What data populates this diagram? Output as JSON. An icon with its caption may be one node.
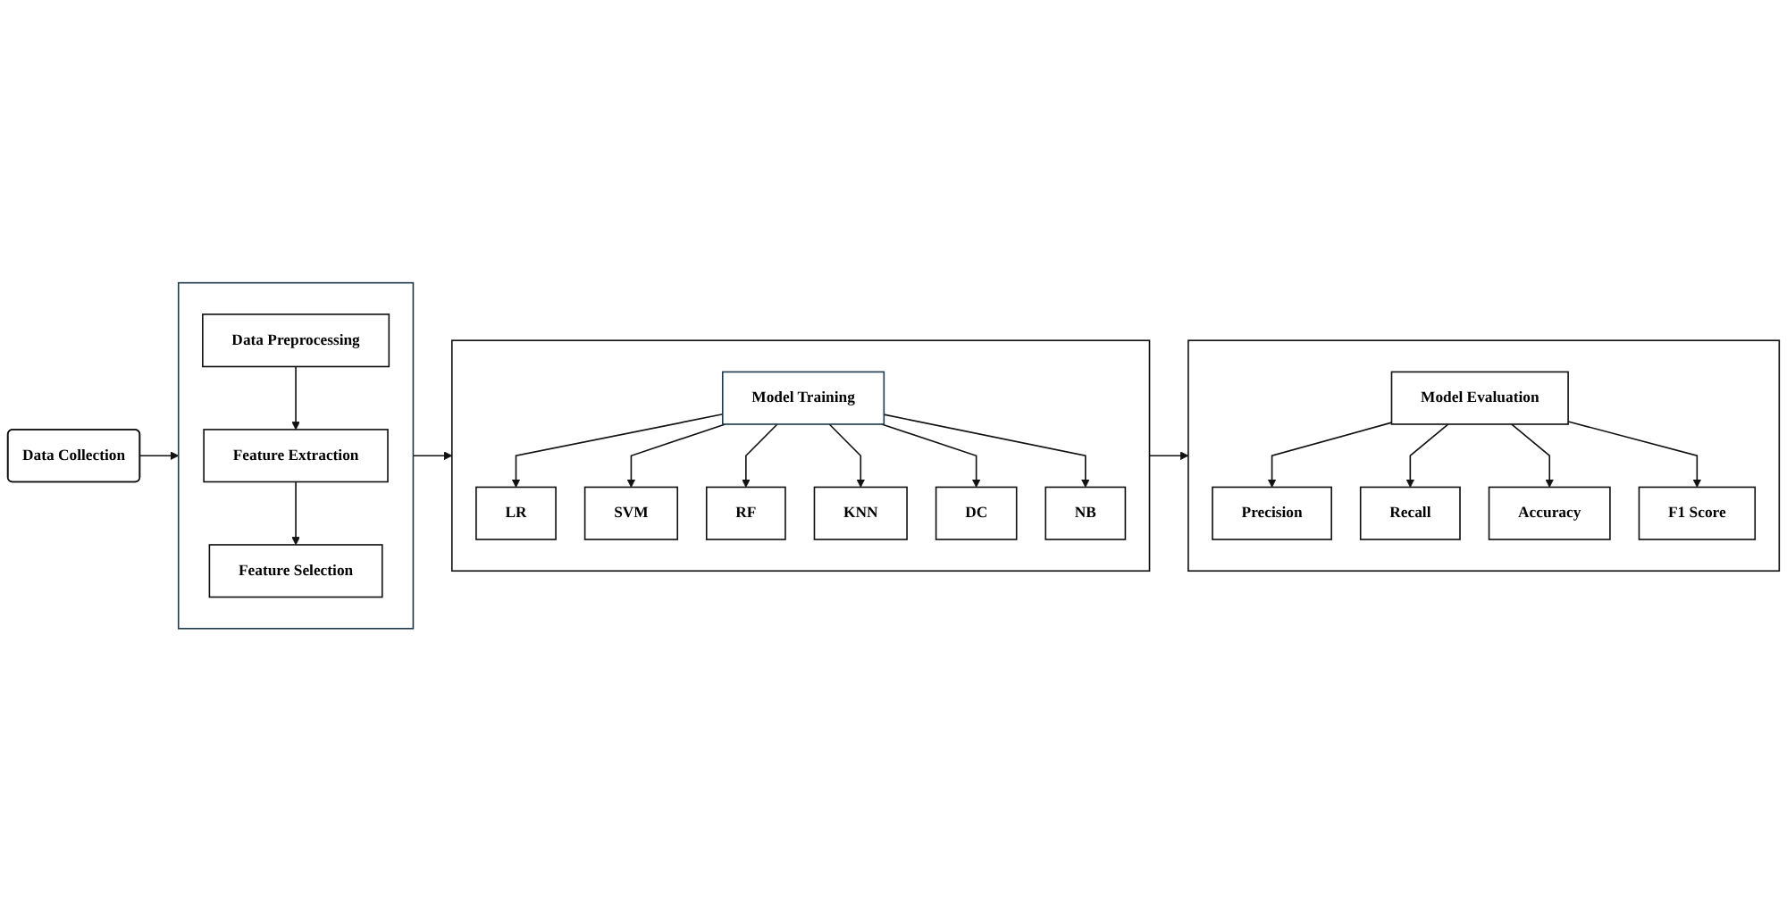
{
  "diagram": {
    "nodes": [
      {
        "text": [
          "Data Collection"
        ]
      },
      {
        "text": [],
        "shape": "box"
      },
      {
        "text": [
          "Data Preprocessing"
        ],
        "in": 1
      },
      {
        "text": [
          "Feature Extraction"
        ],
        "in": 1
      },
      {
        "text": [
          "Feature Selection"
        ],
        "in": 1
      },
      {
        "text": [],
        "shape": "box"
      },
      {
        "text": [
          "Model Training"
        ],
        "in": 5
      },
      {
        "text": [
          "LR"
        ],
        "in": 5
      },
      {
        "text": [
          "SVM"
        ],
        "in": 5
      },
      {
        "text": [
          "RF"
        ],
        "in": 5
      },
      {
        "text": [
          "KNN"
        ],
        "in": 5
      },
      {
        "text": [
          "DC"
        ],
        "in": 5
      },
      {
        "text": [
          "NB"
        ],
        "in": 5
      },
      {
        "text": [],
        "shape": "box"
      },
      {
        "text": [
          "Model Evaluation"
        ],
        "in": 13
      },
      {
        "text": [
          "Precision"
        ],
        "in": 13
      },
      {
        "text": [
          "Recall"
        ],
        "in": 13
      },
      {
        "text": [
          "Accuracy"
        ],
        "in": 13
      },
      {
        "text": [
          "F1 Score"
        ],
        "in": 13
      }
    ],
    "edges": [
      {
        "from": 0,
        "to": 1,
        "arrow": "to"
      },
      {
        "from": 2,
        "to": 3,
        "arrow": "to"
      },
      {
        "from": 3,
        "to": 4,
        "arrow": "to"
      },
      {
        "from": 1,
        "to": 5,
        "arrow": "to"
      },
      {
        "from": 6,
        "to": 7,
        "arrow": "to"
      },
      {
        "from": 6,
        "to": 8,
        "arrow": "to"
      },
      {
        "from": 6,
        "to": 9,
        "arrow": "to"
      },
      {
        "from": 6,
        "to": 10,
        "arrow": "to"
      },
      {
        "from": 6,
        "to": 11,
        "arrow": "to"
      },
      {
        "from": 6,
        "to": 12,
        "arrow": "to"
      },
      {
        "from": 5,
        "to": 13,
        "arrow": "to"
      },
      {
        "from": 14,
        "to": 15,
        "arrow": "to"
      },
      {
        "from": 14,
        "to": 16,
        "arrow": "to"
      },
      {
        "from": 14,
        "to": 17,
        "arrow": "to"
      },
      {
        "from": 14,
        "to": 18,
        "arrow": "to"
      }
    ]
  }
}
